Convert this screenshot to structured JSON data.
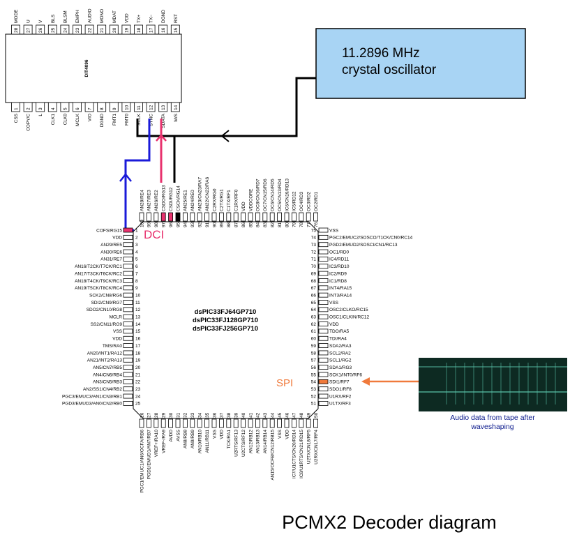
{
  "title": "PCMX2 Decoder diagram",
  "dit_chip": {
    "name": "DIT4096",
    "top_pins": [
      {
        "num": "28",
        "label": "MODE"
      },
      {
        "num": "27",
        "label": "U"
      },
      {
        "num": "26",
        "label": "V"
      },
      {
        "num": "25",
        "label": "BLS"
      },
      {
        "num": "24",
        "label": "BLSM"
      },
      {
        "num": "23",
        "label": "EMPH"
      },
      {
        "num": "22",
        "label": "AUDIO"
      },
      {
        "num": "21",
        "label": "MONO"
      },
      {
        "num": "20",
        "label": "MDAT"
      },
      {
        "num": "19",
        "label": "VDD"
      },
      {
        "num": "18",
        "label": "TX+"
      },
      {
        "num": "17",
        "label": "TX–"
      },
      {
        "num": "16",
        "label": "DGND"
      },
      {
        "num": "15",
        "label": "RST"
      }
    ],
    "bottom_pins": [
      {
        "num": "1",
        "label": "CSS"
      },
      {
        "num": "2",
        "label": "COPY/C"
      },
      {
        "num": "3",
        "label": "L"
      },
      {
        "num": "4",
        "label": "CLK1"
      },
      {
        "num": "5",
        "label": "CLK0"
      },
      {
        "num": "6",
        "label": "MCLK"
      },
      {
        "num": "7",
        "label": "VIO"
      },
      {
        "num": "8",
        "label": "DGND"
      },
      {
        "num": "9",
        "label": "FMT1"
      },
      {
        "num": "10",
        "label": "FMT0"
      },
      {
        "num": "11",
        "label": "SCLK"
      },
      {
        "num": "12",
        "label": "SYNC"
      },
      {
        "num": "13",
        "label": "SDATA"
      },
      {
        "num": "14",
        "label": "M/S"
      }
    ]
  },
  "oscillator": {
    "line1": "11.2896 MHz",
    "line2": "crystal oscillator",
    "fill_color": "#a8d4f4"
  },
  "dspic": {
    "names": [
      "dsPIC33FJ64GP710",
      "dsPIC33FJ128GP710",
      "dsPIC33FJ256GP710"
    ],
    "left_pins": [
      {
        "num": "1",
        "label": "COFS/RG15"
      },
      {
        "num": "2",
        "label": "VDD"
      },
      {
        "num": "3",
        "label": "AN29/RE5"
      },
      {
        "num": "4",
        "label": "AN30/RE6"
      },
      {
        "num": "5",
        "label": "AN31/RE7"
      },
      {
        "num": "6",
        "label": "AN16/T2CK/T7CK/RC1"
      },
      {
        "num": "7",
        "label": "AN17/T3CK/T6CK/RC2"
      },
      {
        "num": "8",
        "label": "AN18/T4CK/T9CK/RC3"
      },
      {
        "num": "9",
        "label": "AN19/T5CK/T8CK/RC4"
      },
      {
        "num": "10",
        "label": "SCK2/CN8/RG6"
      },
      {
        "num": "11",
        "label": "SDI2/CN9/RG7"
      },
      {
        "num": "12",
        "label": "SDO2/CN10/RG8"
      },
      {
        "num": "13",
        "label": "MCLR"
      },
      {
        "num": "14",
        "label": "SS2/CN11/RG9"
      },
      {
        "num": "15",
        "label": "VSS"
      },
      {
        "num": "16",
        "label": "VDD"
      },
      {
        "num": "17",
        "label": "TMS/RA0"
      },
      {
        "num": "18",
        "label": "AN20/INT1/RA12"
      },
      {
        "num": "19",
        "label": "AN21/INT2/RA13"
      },
      {
        "num": "20",
        "label": "AN5/CN7/RB5"
      },
      {
        "num": "21",
        "label": "AN4/CN6/RB4"
      },
      {
        "num": "22",
        "label": "AN3/CN5/RB3"
      },
      {
        "num": "23",
        "label": "AN2/SS1/CN4/RB2"
      },
      {
        "num": "24",
        "label": "PGC3/EMUC3/AN1/CN3/RB1"
      },
      {
        "num": "25",
        "label": "PGD3/EMUD3/AN0/CN2/RB0"
      }
    ],
    "right_pins": [
      {
        "num": "75",
        "label": "VSS"
      },
      {
        "num": "74",
        "label": "PGC2/EMUC2/SOSCO/T1CK/CN0/RC14"
      },
      {
        "num": "73",
        "label": "PGD2/EMUD2/SOSCI/CN1/RC13"
      },
      {
        "num": "72",
        "label": "OC1/RD0"
      },
      {
        "num": "71",
        "label": "IC4/RD11"
      },
      {
        "num": "70",
        "label": "IC3/RD10"
      },
      {
        "num": "69",
        "label": "IC2/RD9"
      },
      {
        "num": "68",
        "label": "IC1/RD8"
      },
      {
        "num": "67",
        "label": "INT4/RA15"
      },
      {
        "num": "66",
        "label": "INT3/RA14"
      },
      {
        "num": "65",
        "label": "VSS"
      },
      {
        "num": "64",
        "label": "OSC2/CLKO/RC15"
      },
      {
        "num": "63",
        "label": "OSC1/CLKIN/RC12"
      },
      {
        "num": "62",
        "label": "VDD"
      },
      {
        "num": "61",
        "label": "TDO/RA5"
      },
      {
        "num": "60",
        "label": "TDI/RA4"
      },
      {
        "num": "59",
        "label": "SDA2/RA3"
      },
      {
        "num": "58",
        "label": "SCL2/RA2"
      },
      {
        "num": "57",
        "label": "SCL1/RG2"
      },
      {
        "num": "56",
        "label": "SDA1/RG3"
      },
      {
        "num": "55",
        "label": "SCK1/INT0/RF6"
      },
      {
        "num": "54",
        "label": "SDI1/RF7"
      },
      {
        "num": "53",
        "label": "SDO1/RF8"
      },
      {
        "num": "52",
        "label": "U1RX/RF2"
      },
      {
        "num": "51",
        "label": "U1TX/RF3"
      }
    ],
    "top_pins": [
      {
        "num": "100",
        "label": "AN28/RE4"
      },
      {
        "num": "99",
        "label": "AN27/RE3"
      },
      {
        "num": "98",
        "label": "AN26/RE2"
      },
      {
        "num": "97",
        "label": "CSDO/RG13"
      },
      {
        "num": "96",
        "label": "CSDI/RG12"
      },
      {
        "num": "95",
        "label": "CSCK/RG14"
      },
      {
        "num": "94",
        "label": "AN25/RE1"
      },
      {
        "num": "93",
        "label": "AN24/RE0"
      },
      {
        "num": "92",
        "label": "AN23/CN23/RA7"
      },
      {
        "num": "91",
        "label": "AN22/CN22/RA6"
      },
      {
        "num": "90",
        "label": "C2RX/RG0"
      },
      {
        "num": "89",
        "label": "C2TX/RG1"
      },
      {
        "num": "88",
        "label": "C1TX/RF1"
      },
      {
        "num": "87",
        "label": "C1RX/RF0"
      },
      {
        "num": "86",
        "label": "VDD"
      },
      {
        "num": "85",
        "label": "VDDCORE"
      },
      {
        "num": "84",
        "label": "OC8/CN16/RD7"
      },
      {
        "num": "83",
        "label": "OC7/CN15/RD6"
      },
      {
        "num": "82",
        "label": "OC6/CN14/RD5"
      },
      {
        "num": "81",
        "label": "OC5/CN13/RD4"
      },
      {
        "num": "80",
        "label": "IC6/CN19/RD13"
      },
      {
        "num": "79",
        "label": "IC5/RD12"
      },
      {
        "num": "78",
        "label": "OC4/RD3"
      },
      {
        "num": "77",
        "label": "OC3/RD2"
      },
      {
        "num": "76",
        "label": "OC2/RD1"
      }
    ],
    "bottom_pins": [
      {
        "num": "26",
        "label": "PGC1/EMUC1/AN6/OCFA/RB6"
      },
      {
        "num": "27",
        "label": "PGD1/EMUD1/AN7/RB7"
      },
      {
        "num": "28",
        "label": "VREF+/RA10"
      },
      {
        "num": "29",
        "label": "VREF-/RA9"
      },
      {
        "num": "30",
        "label": "AVDD"
      },
      {
        "num": "31",
        "label": "AVSS"
      },
      {
        "num": "32",
        "label": "AN8/RB8"
      },
      {
        "num": "33",
        "label": "AN9/RB9"
      },
      {
        "num": "34",
        "label": "AN10/RB10"
      },
      {
        "num": "35",
        "label": "AN11/RB11"
      },
      {
        "num": "36",
        "label": "VSS"
      },
      {
        "num": "37",
        "label": "VDD"
      },
      {
        "num": "38",
        "label": "TCK/RA1"
      },
      {
        "num": "39",
        "label": "U2RTS/RF13"
      },
      {
        "num": "40",
        "label": "U2CTS/RF12"
      },
      {
        "num": "41",
        "label": "AN12/RB12"
      },
      {
        "num": "42",
        "label": "AN13/RB13"
      },
      {
        "num": "43",
        "label": "AN14/RB14"
      },
      {
        "num": "44",
        "label": "AN15/OCFB/CN12/RB15"
      },
      {
        "num": "45",
        "label": "VSS"
      },
      {
        "num": "46",
        "label": "VDD"
      },
      {
        "num": "47",
        "label": "IC7/U1CTS/CN20/RD14"
      },
      {
        "num": "48",
        "label": "IC8/U1RTS/CN21/RD15"
      },
      {
        "num": "49",
        "label": "U2TX/CN18/RF5"
      },
      {
        "num": "50",
        "label": "U2RX/CN17/RF4"
      }
    ]
  },
  "labels": {
    "dci": "DCI",
    "spi": "SPI",
    "audio_line1": "Audio data from tape after",
    "audio_line2": "waveshaping"
  },
  "colors": {
    "blue_wire": "#1a1ad9",
    "pink_wire": "#e8326e",
    "black_wire": "#000000",
    "orange_wire": "#f07a3c",
    "dci_label": "#e8326e",
    "spi_label": "#f07a3c",
    "audio_caption": "#0b1a8c"
  },
  "waveform_image": {
    "background": "#0d2a22",
    "trace_color": "#5ec9b0"
  }
}
